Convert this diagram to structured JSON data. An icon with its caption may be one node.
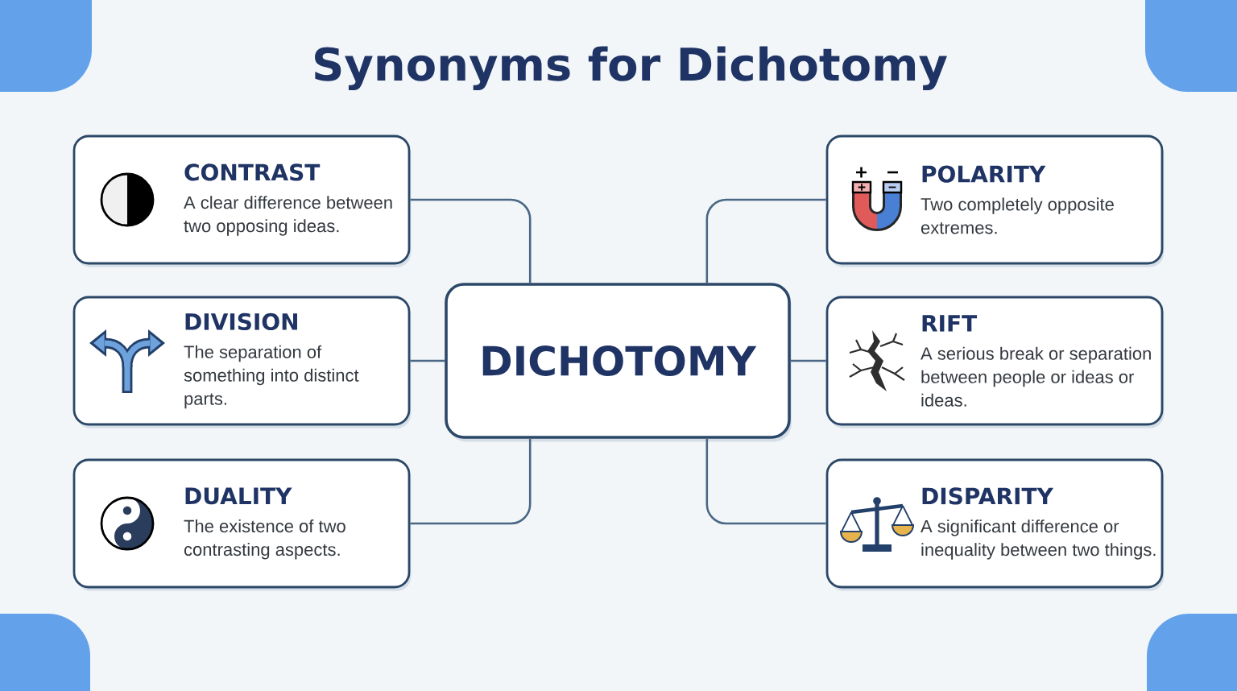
{
  "diagram": {
    "title": "Synonyms for Dichotomy",
    "nodes": [
      {
        "text": [
          "DICHOTOMY"
        ]
      },
      {
        "text": [
          "CONTRAST",
          "A clear difference between two opposing ideas."
        ]
      },
      {
        "text": [
          "DIVISION",
          "The separation of something into distinct parts."
        ]
      },
      {
        "text": [
          "DUALITY",
          "The existence of two contrasting aspects."
        ]
      },
      {
        "text": [
          "POLARITY",
          "Two completely opposite extremes."
        ]
      },
      {
        "text": [
          "RIFT",
          "A serious break or separation between people or ideas or ideas."
        ]
      },
      {
        "text": [
          "DISPARITY",
          "A significant difference or inequality between two things."
        ]
      }
    ],
    "edges": [
      {
        "from": 0,
        "to": 1,
        "arrow": "none"
      },
      {
        "from": 0,
        "to": 2,
        "arrow": "none"
      },
      {
        "from": 0,
        "to": 3,
        "arrow": "none"
      },
      {
        "from": 0,
        "to": 4,
        "arrow": "none"
      },
      {
        "from": 0,
        "to": 5,
        "arrow": "none"
      },
      {
        "from": 0,
        "to": 6,
        "arrow": "none"
      }
    ]
  }
}
